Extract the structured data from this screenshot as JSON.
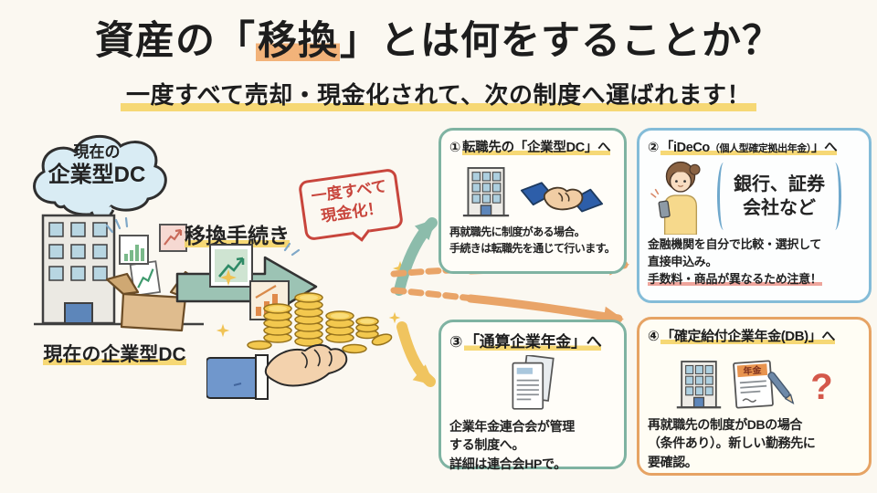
{
  "header": {
    "title_pre": "資産の「",
    "title_highlight": "移換",
    "title_post": "」とは何をすることか？",
    "subtitle": "一度すべて売却・現金化されて、次の制度へ運ばれます！"
  },
  "left": {
    "cloud_line1": "現在の",
    "cloud_line2": "企業型DC",
    "caption": "現在の企業型DC"
  },
  "middle": {
    "process_label": "移換手続き",
    "stamp_line1": "一度すべて",
    "stamp_line2": "現金化！"
  },
  "boxes": {
    "box1": {
      "num": "①",
      "title": "転職先の「企業型DC」へ",
      "body1": "再就職先に制度がある場合。",
      "body2": "手続きは転職先を通じて行います。"
    },
    "box2": {
      "num": "②",
      "title_pre": "「iDeCo",
      "title_small": "（個人型確定拠出年金）",
      "title_post": "」へ",
      "bubble1": "銀行、証券",
      "bubble2": "会社など",
      "body1": "金融機関を自分で比較・選択して",
      "body2": "直接申込み。",
      "body3": "手数料・商品が異なるため注意！"
    },
    "box3": {
      "num": "③",
      "title": "「通算企業年金」へ",
      "body1": "企業年金連合会が管理",
      "body2": "する制度へ。",
      "body3": "詳細は連合会HPで。"
    },
    "box4": {
      "num": "④",
      "title": "「確定給付企業年金(DB)」へ",
      "doc_label": "年金",
      "question": "?",
      "body1": "再就職先の制度がDBの場合",
      "body2": "（条件あり）。新しい勤務先に",
      "body3": "要確認。"
    }
  },
  "colors": {
    "background": "#fbf8f1",
    "ink": "#1d1d1d",
    "title_marker_orange": "#f2af73",
    "yellow_marker": "#f6d66e",
    "red_marker": "#eb948a",
    "stamp_red": "#c8453c",
    "teal_arrow": "#8cbcab",
    "orange_arrow": "#e9a468",
    "yellow_arrow": "#f0c45f",
    "box_teal_border": "#7fb3a2",
    "box_blue_border": "#84bcd8",
    "box_orange_border": "#e6a364",
    "coin_gold": "#f3c84e",
    "sleeve_blue": "#7097cc"
  }
}
